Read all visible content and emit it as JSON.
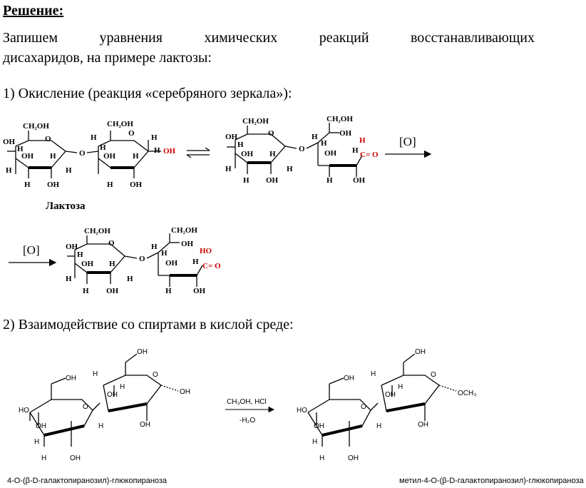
{
  "heading": "Решение:",
  "intro": {
    "words": [
      "Запишем",
      "уравнения",
      "химических",
      "реакций",
      "восстанавливающих"
    ],
    "line2": "дисахаридов, на примере лактозы:"
  },
  "step1": "1)  Окисление (реакция «серебряного зеркала»):",
  "step2": "2)  Взаимодействие со спиртами в кислой среде:",
  "scheme1": {
    "lactose_label": "Лактоза",
    "oxidant": "[O]",
    "atoms": {
      "ch2oh": "CH₂OH",
      "oh": "OH",
      "h": "H",
      "o": "O",
      "co": "C= O",
      "ho": "HO"
    }
  },
  "scheme2": {
    "reagent": "CH₃OH, HCl",
    "water": "-H₂O",
    "och3": "OCH₃",
    "left_caption": "4-O-(β-D-галактопиранозил)-глюкопираноза",
    "right_caption": "метил-4-O-(β-D-галактопиранозил)-глюкопираноза"
  }
}
